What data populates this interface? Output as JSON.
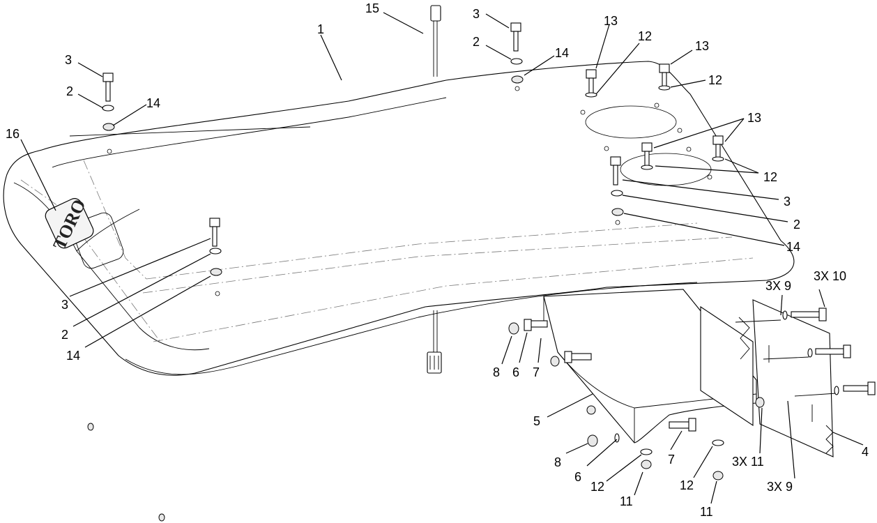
{
  "logo": {
    "text": "TORO"
  },
  "callouts": [
    {
      "id": "c1",
      "text": "1"
    },
    {
      "id": "c15",
      "text": "15"
    },
    {
      "id": "c3a",
      "text": "3"
    },
    {
      "id": "c2a",
      "text": "2"
    },
    {
      "id": "c14a",
      "text": "14"
    },
    {
      "id": "c13a",
      "text": "13"
    },
    {
      "id": "c12a",
      "text": "12"
    },
    {
      "id": "c13b",
      "text": "13"
    },
    {
      "id": "c12b",
      "text": "12"
    },
    {
      "id": "c3b",
      "text": "3"
    },
    {
      "id": "c2b",
      "text": "2"
    },
    {
      "id": "c14b",
      "text": "14"
    },
    {
      "id": "c16",
      "text": "16"
    },
    {
      "id": "c13c",
      "text": "13"
    },
    {
      "id": "c12c",
      "text": "12"
    },
    {
      "id": "c3c",
      "text": "3"
    },
    {
      "id": "c2c",
      "text": "2"
    },
    {
      "id": "c14c",
      "text": "14"
    },
    {
      "id": "c3d",
      "text": "3"
    },
    {
      "id": "c2d",
      "text": "2"
    },
    {
      "id": "c14d",
      "text": "14"
    },
    {
      "id": "c3x9a",
      "text": "3X 9"
    },
    {
      "id": "c3x10",
      "text": "3X 10"
    },
    {
      "id": "c8a",
      "text": "8"
    },
    {
      "id": "c6a",
      "text": "6"
    },
    {
      "id": "c7a",
      "text": "7"
    },
    {
      "id": "c5",
      "text": "5"
    },
    {
      "id": "c7b",
      "text": "7"
    },
    {
      "id": "c8b",
      "text": "8"
    },
    {
      "id": "c6b",
      "text": "6"
    },
    {
      "id": "c12d",
      "text": "12"
    },
    {
      "id": "c11a",
      "text": "11"
    },
    {
      "id": "c12e",
      "text": "12"
    },
    {
      "id": "c11b",
      "text": "11"
    },
    {
      "id": "c3x11",
      "text": "3X 11"
    },
    {
      "id": "c3x9b",
      "text": "3X 9"
    },
    {
      "id": "c4",
      "text": "4"
    }
  ]
}
